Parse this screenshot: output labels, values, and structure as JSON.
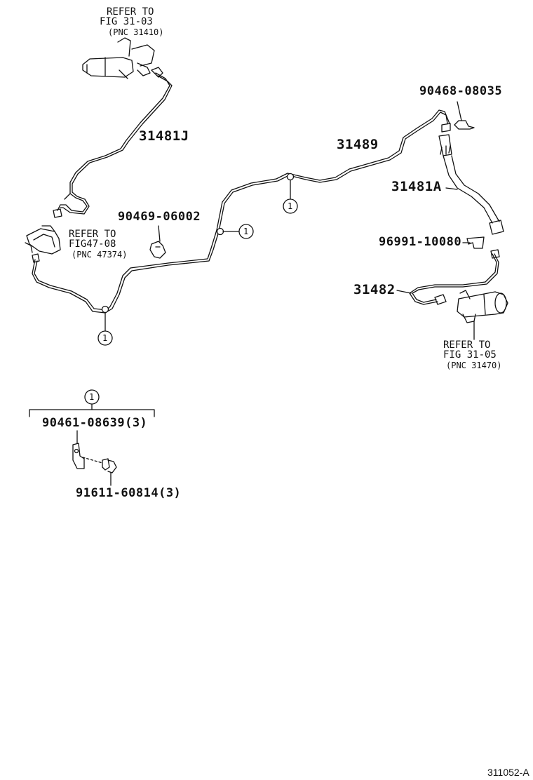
{
  "callouts": {
    "master_cylinder": {
      "line1": "REFER TO",
      "line2": "FIG 31-03",
      "line3": "(PNC 31410)"
    },
    "bracket": {
      "line1": "REFER TO",
      "line2": "FIG47-08",
      "line3": "(PNC 47374)"
    },
    "release_cylinder": {
      "line1": "REFER TO",
      "line2": "FIG 31-05",
      "line3": "(PNC 31470)"
    }
  },
  "part_numbers": {
    "tube_j": "31481J",
    "tube_main": "31489",
    "clip_90468": "90468-08035",
    "hose_a": "31481A",
    "clip_90469": "90469-06002",
    "clip_96991": "96991-10080",
    "tube_31482": "31482",
    "clamp": "90461-08639(3)",
    "bolt": "91611-60814(3)"
  },
  "markers": {
    "ref": "1"
  },
  "legend_marker": "1",
  "figure_code": "311052-A"
}
